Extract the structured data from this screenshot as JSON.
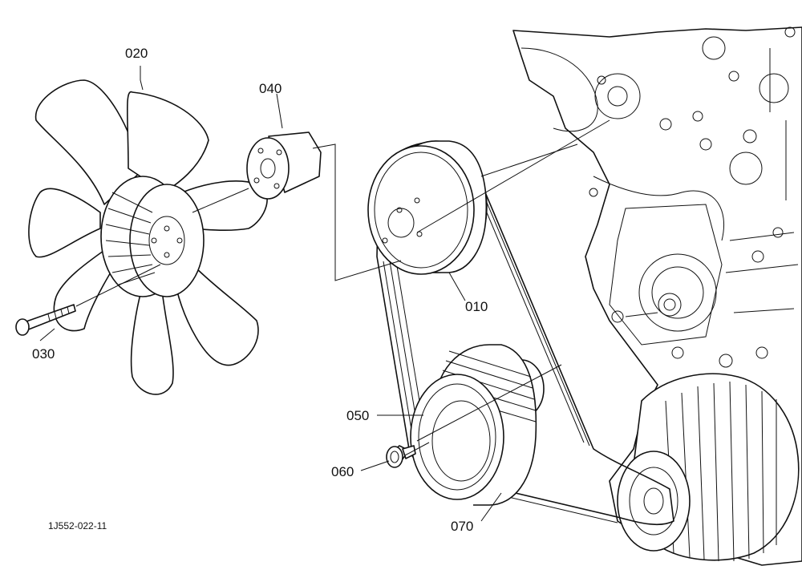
{
  "parts": [
    {
      "id": "010",
      "label": "010"
    },
    {
      "id": "020",
      "label": "020"
    },
    {
      "id": "030",
      "label": "030"
    },
    {
      "id": "040",
      "label": "040"
    },
    {
      "id": "050",
      "label": "050"
    },
    {
      "id": "060",
      "label": "060"
    },
    {
      "id": "070",
      "label": "070"
    }
  ],
  "figure_ref": "1J552-022-11"
}
